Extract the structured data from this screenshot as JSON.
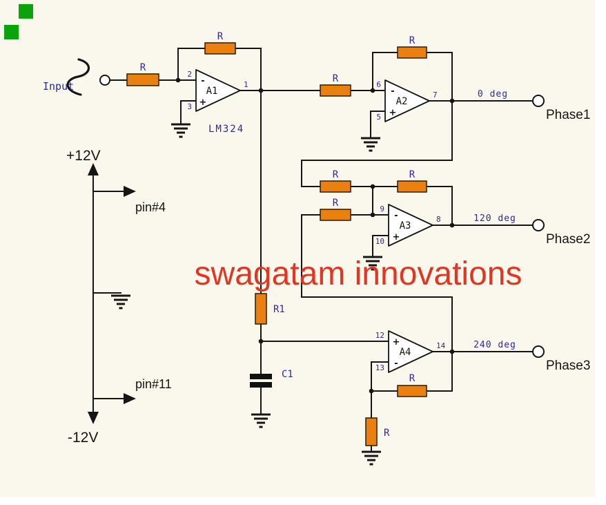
{
  "colors": {
    "background": "#faf8ec",
    "resistor_fill": "#ea8010",
    "label_blue": "#2929a8",
    "watermark_red": "#e03622",
    "wire": "#151515",
    "marker_green": "#0ba30b"
  },
  "input": {
    "label": "Input"
  },
  "watermark": {
    "text": "swagatam innovations"
  },
  "ic": {
    "label": "LM324"
  },
  "labels": {
    "r": "R",
    "r1": "R1",
    "c1": "C1"
  },
  "power": {
    "positive": "+12V",
    "negative": "-12V",
    "pin4": "pin#4",
    "pin11": "pin#11"
  },
  "opamps": [
    {
      "name": "A1",
      "pin_top": "2",
      "pin_bottom": "3",
      "pin_out": "1",
      "sign_top": "-",
      "sign_bottom": "+"
    },
    {
      "name": "A2",
      "pin_top": "6",
      "pin_bottom": "5",
      "pin_out": "7",
      "sign_top": "-",
      "sign_bottom": "+"
    },
    {
      "name": "A3",
      "pin_top": "9",
      "pin_bottom": "10",
      "pin_out": "8",
      "sign_top": "-",
      "sign_bottom": "+"
    },
    {
      "name": "A4",
      "pin_top": "12",
      "pin_bottom": "13",
      "pin_out": "14",
      "sign_top": "+",
      "sign_bottom": "-"
    }
  ],
  "outputs": [
    {
      "degree": "0 deg",
      "phase": "Phase1"
    },
    {
      "degree": "120 deg",
      "phase": "Phase2"
    },
    {
      "degree": "240 deg",
      "phase": "Phase3"
    }
  ]
}
